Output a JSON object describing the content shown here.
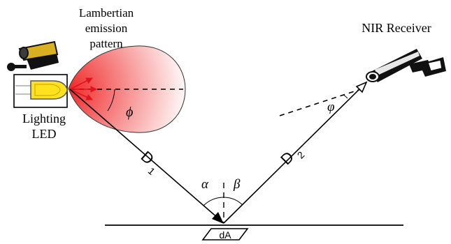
{
  "labels": {
    "emission_pattern": [
      "Lambertian",
      "emission",
      "pattern"
    ],
    "led": [
      "Lighting",
      "LED"
    ],
    "receiver": "NIR Receiver",
    "phi": "ϕ",
    "varphi": "φ",
    "alpha": "α",
    "beta": "β",
    "d1_main": "D",
    "d1_sub": "1",
    "d2_main": "D",
    "d2_sub": "2",
    "area": "dA"
  },
  "colors": {
    "lobe_outer": "#ffffff",
    "lobe_inner": "#f02a2a",
    "ray_arrows": "#e0141e",
    "led_yellow": "#ffe21f",
    "camera_body": "#d9b020",
    "line": "#000000"
  }
}
